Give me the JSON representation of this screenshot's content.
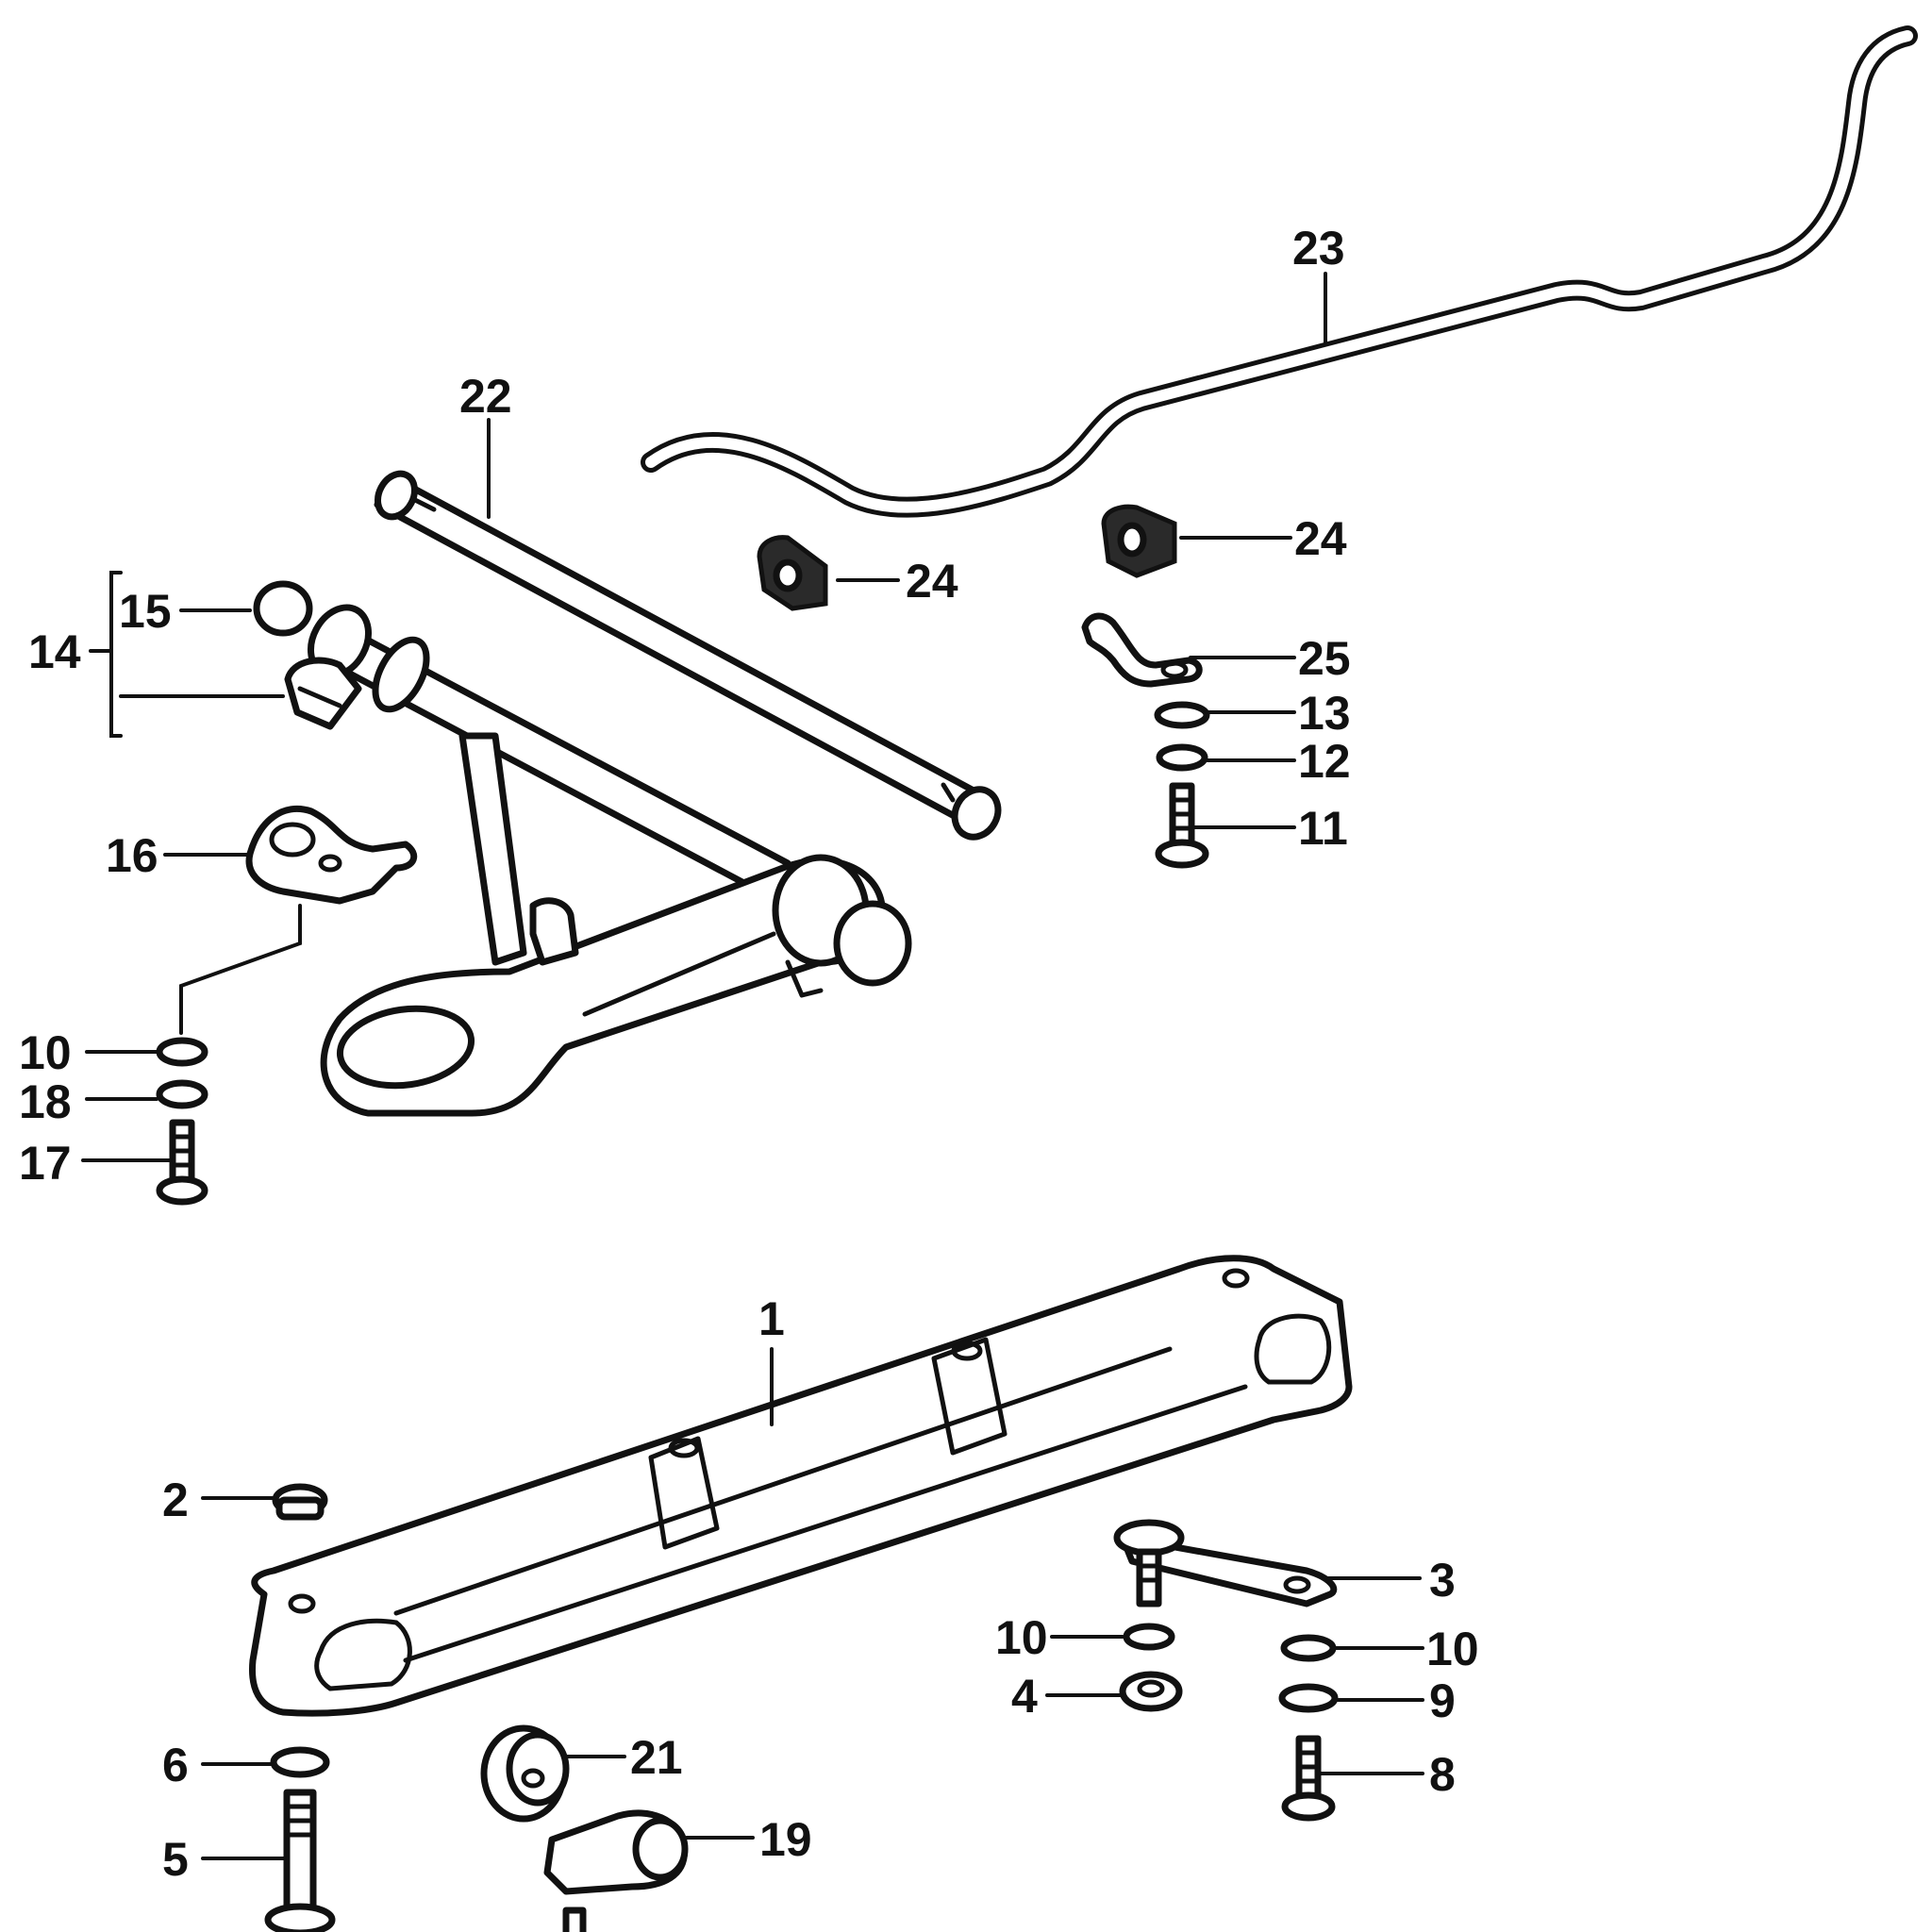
{
  "callouts": {
    "c1": "1",
    "c2": "2",
    "c3": "3",
    "c4": "4",
    "c5": "5",
    "c6": "6",
    "c8": "8",
    "c9": "9",
    "c10a": "10",
    "c10b": "10",
    "c10c": "10",
    "c11": "11",
    "c12": "12",
    "c13": "13",
    "c14": "14",
    "c15": "15",
    "c16": "16",
    "c17": "17",
    "c18": "18",
    "c19": "19",
    "c21": "21",
    "c22": "22",
    "c23": "23",
    "c24a": "24",
    "c24b": "24",
    "c25": "25"
  },
  "colors": {
    "line": "#111111",
    "background": "#ffffff"
  }
}
